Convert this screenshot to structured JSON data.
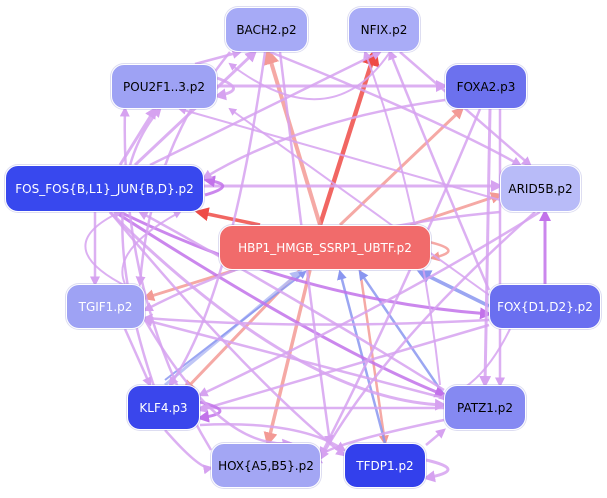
{
  "nodes": [
    {
      "id": "bach2",
      "label": "BACH2.p2",
      "color": "#a6aaf6",
      "text": "dark-on-light"
    },
    {
      "id": "nfix",
      "label": "NFIX.p2",
      "color": "#a9acf7",
      "text": "dark-on-light"
    },
    {
      "id": "pou2f1",
      "label": "POU2F1..3.p2",
      "color": "#9ea2f4",
      "text": "dark-on-light"
    },
    {
      "id": "foxa2",
      "label": "FOXA2.p3",
      "color": "#6c71ee",
      "text": "dark-on-light"
    },
    {
      "id": "fos",
      "label": "FOS_FOS{B,L1}_JUN{B,D}.p2",
      "color": "#3848ee",
      "text": "light-on-dark"
    },
    {
      "id": "arid5b",
      "label": "ARID5B.p2",
      "color": "#b8bbf8",
      "text": "dark-on-light"
    },
    {
      "id": "hbp1",
      "label": "HBP1_HMGB_SSRP1_UBTF.p2",
      "color": "#f16b6b",
      "text": "light-on-dark"
    },
    {
      "id": "tgif1",
      "label": "TGIF1.p2",
      "color": "#9ea2f4",
      "text": "light-on-dark"
    },
    {
      "id": "foxd",
      "label": "FOX{D1,D2}.p2",
      "color": "#6a6ff0",
      "text": "light-on-dark"
    },
    {
      "id": "klf4",
      "label": "KLF4.p3",
      "color": "#3a46ec",
      "text": "light-on-dark"
    },
    {
      "id": "patz1",
      "label": "PATZ1.p2",
      "color": "#8589f2",
      "text": "dark-on-light"
    },
    {
      "id": "hoxa5",
      "label": "HOX{A5,B5}.p2",
      "color": "#a3a6f4",
      "text": "dark-on-light"
    },
    {
      "id": "tfdp1",
      "label": "TFDP1.p2",
      "color": "#3340ec",
      "text": "light-on-dark"
    }
  ],
  "edge_colors": {
    "violet": "#d6a2f0",
    "violet_strong": "#c272ea",
    "salmon": "#f39a95",
    "red": "#ee4b46",
    "blue": "#8a96f0",
    "pale_blue": "#b4bcf4"
  }
}
